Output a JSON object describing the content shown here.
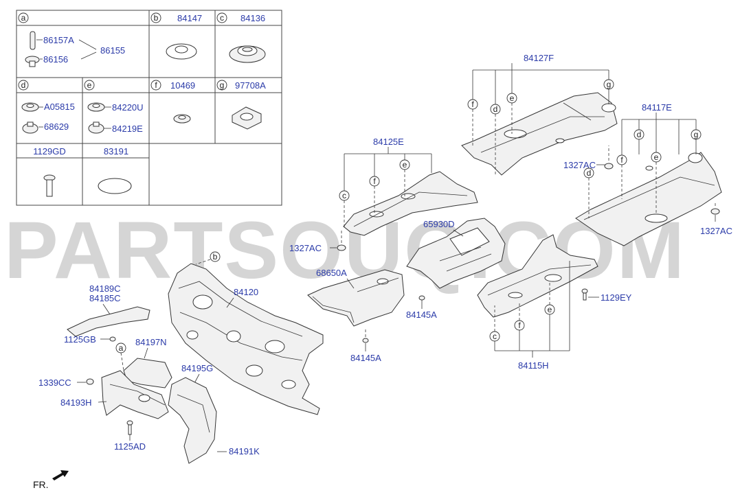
{
  "legend_table": {
    "cells": [
      {
        "letter": "a",
        "parts": [
          "86157A",
          "86155",
          "86156"
        ]
      },
      {
        "letter": "b",
        "part": "84147"
      },
      {
        "letter": "c",
        "part": "84136"
      },
      {
        "letter": "d",
        "parts": [
          "A05815",
          "68629"
        ]
      },
      {
        "letter": "e",
        "parts": [
          "84220U",
          "84219E"
        ]
      },
      {
        "letter": "f",
        "part": "10469"
      },
      {
        "letter": "g",
        "part": "97708A"
      },
      {
        "part": "1129GD"
      },
      {
        "part": "83191"
      }
    ]
  },
  "callouts": {
    "p84127F": "84127F",
    "p84117E": "84117E",
    "p84125E": "84125E",
    "p1327AC_a": "1327AC",
    "p1327AC_b": "1327AC",
    "p1327AC_c": "1327AC",
    "p65930D": "65930D",
    "p68650A": "68650A",
    "p84145A_a": "84145A",
    "p84145A_b": "84145A",
    "p1129EY": "1129EY",
    "p84115H": "84115H",
    "p84120": "84120",
    "p84189C": "84189C",
    "p84185C": "84185C",
    "p1125GB": "1125GB",
    "p84197N": "84197N",
    "p84195G": "84195G",
    "p1339CC": "1339CC",
    "p84193H": "84193H",
    "p1125AD": "1125AD",
    "p84191K": "84191K"
  },
  "letters": {
    "b": "b",
    "c": "c",
    "d": "d",
    "e": "e",
    "f": "f",
    "g": "g",
    "a": "a"
  },
  "orientation_label": "FR.",
  "watermark": "PARTSOUQ.COM"
}
